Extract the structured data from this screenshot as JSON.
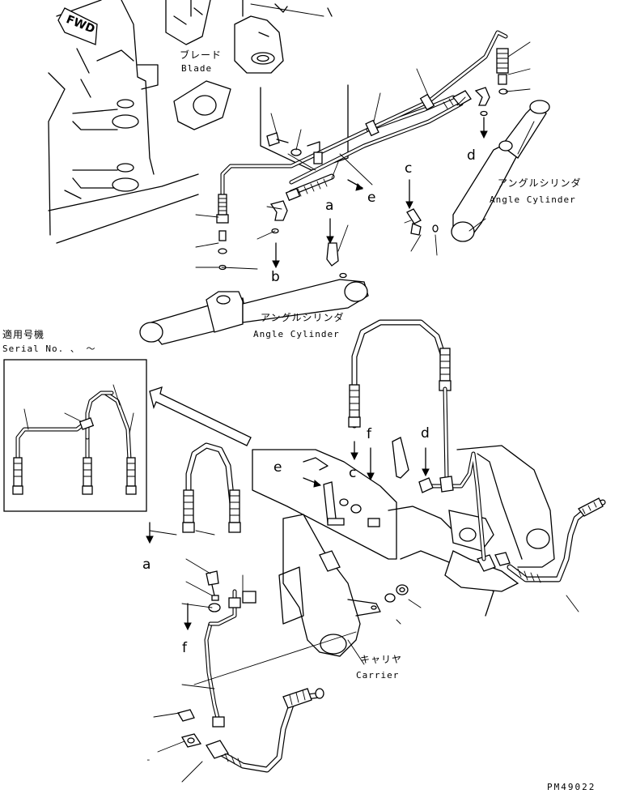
{
  "labels": {
    "fwd": "FWD",
    "blade_jp": "ブレード",
    "blade_en": "Blade",
    "angle_cyl_jp_1": "アングルシリンダ",
    "angle_cyl_en_1": "Angle Cylinder",
    "angle_cyl_jp_2": "アングルシリンダ",
    "angle_cyl_en_2": "Angle Cylinder",
    "serial_jp": "適用号機",
    "serial_en": "Serial No.  、  〜",
    "carrier_jp": "キャリヤ",
    "carrier_en": "Carrier",
    "drawing_no": "PM49022",
    "dash": "-"
  },
  "connectors": {
    "a_top": "a",
    "b_top": "b",
    "c_top": "c",
    "d_top": "d",
    "e_top": "e",
    "c_mid": "c",
    "d_mid": "d",
    "e_mid": "e",
    "f_mid": "f",
    "a_low": "a",
    "f_low": "f"
  }
}
